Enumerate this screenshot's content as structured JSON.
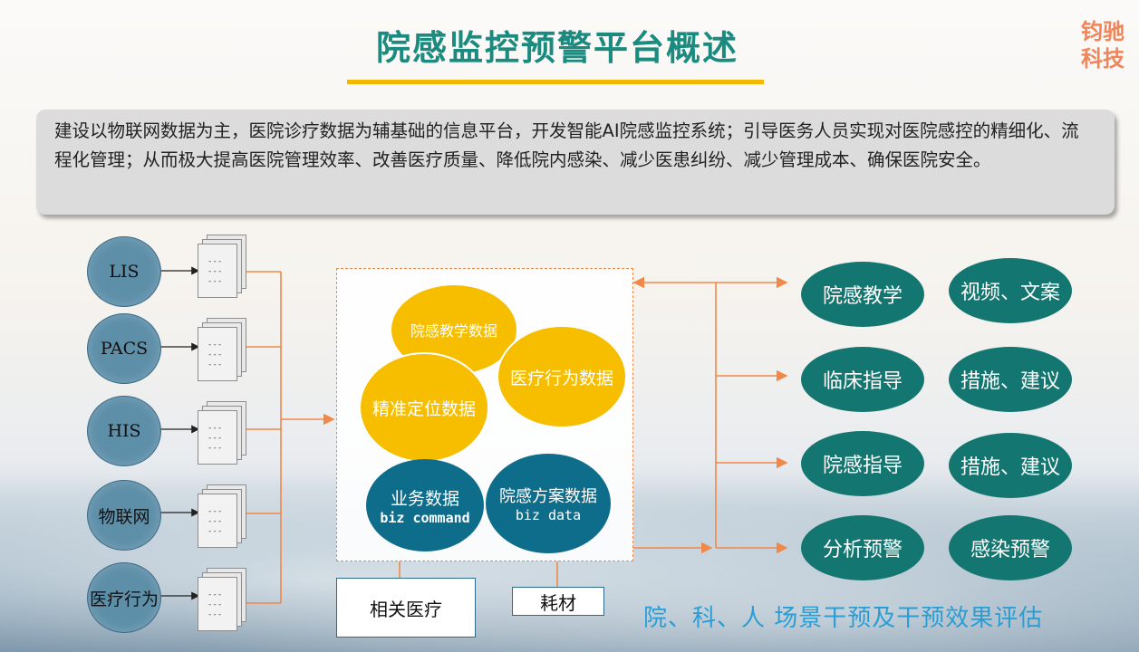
{
  "title": "院感监控预警平台概述",
  "brand": [
    "钧驰",
    "科技"
  ],
  "summary": "建设以物联网数据为主，医院诊疗数据为辅基础的信息平台，开发智能AI院感监控系统；引导医务人员实现对医院感控的精细化、流程化管理；从而极大提高医院管理效率、改善医疗质量、降低院内感染、减少医患纠纷、减少管理成本、确保医院安全。",
  "sources": [
    {
      "label": "LIS"
    },
    {
      "label": "PACS"
    },
    {
      "label": "HIS"
    },
    {
      "label": "物联网"
    },
    {
      "label": "医疗行为"
    }
  ],
  "center": {
    "teaching": "院感教学数据",
    "behavior": "医疗行为数据",
    "location": "精准定位数据",
    "business": {
      "title": "业务数据",
      "sub": "biz command"
    },
    "plan": {
      "title": "院感方案数据",
      "sub": "biz data"
    }
  },
  "bottom": {
    "medical": "相关医疗",
    "consumables": "耗材"
  },
  "outputs": [
    {
      "left": "院感教学",
      "right": "视频、文案"
    },
    {
      "left": "临床指导",
      "right": "措施、建议"
    },
    {
      "left": "院感指导",
      "right": "措施、建议"
    },
    {
      "left": "分析预警",
      "right": "感染预警"
    }
  ],
  "footer": "院、科、人  场景干预及干预效果评估",
  "colors": {
    "title": "#1b8a7f",
    "accent_yellow": "#f7be00",
    "teal": "#147670",
    "connector": "#f0884a",
    "source_circle": "#5e8fa9",
    "footer": "#2a9dd5"
  }
}
